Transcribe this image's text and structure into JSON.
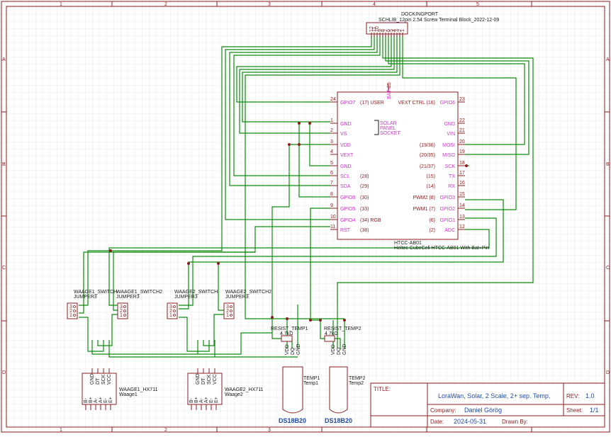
{
  "title_block": {
    "title_label": "TITLE:",
    "title": "LoraWan, Solar, 2 Scale, 2+ sep. Temp,",
    "rev_label": "REV:",
    "rev": "1.0",
    "company_label": "Company:",
    "company": "Daniel Görög",
    "sheet_label": "Sheet:",
    "sheet": "1/1",
    "date_label": "Date:",
    "date": "2024-05-31",
    "drawn_label": "Drawn By:"
  },
  "frame": {
    "columns": [
      "1",
      "2",
      "3",
      "4",
      "5"
    ],
    "rows": [
      "A",
      "B",
      "C",
      "D"
    ]
  },
  "docking_port": {
    "name": "DOCKINGPORT",
    "value": "SCHLIB_12pin 2.54 Screw Terminal Block_2022-12-09",
    "pins": [
      "12",
      "11",
      "10",
      "9",
      "8",
      "7",
      "6",
      "5",
      "4",
      "3",
      "2",
      "1"
    ]
  },
  "mcu": {
    "name": "HTCC-AB01",
    "description": "Heltec CubeCell HTCC-AB01 With Bat+Pin",
    "top_pin": "BAT+",
    "top_pin_num": "25",
    "left_pins": [
      {
        "num": "24",
        "name": "GPIO7",
        "fn": "(17) USER"
      },
      {
        "num": "1",
        "name": "GND",
        "fn": ""
      },
      {
        "num": "2",
        "name": "VS",
        "fn": ""
      },
      {
        "num": "3",
        "name": "VDD",
        "fn": ""
      },
      {
        "num": "4",
        "name": "VEXT",
        "fn": ""
      },
      {
        "num": "5",
        "name": "GND",
        "fn": ""
      },
      {
        "num": "6",
        "name": "SCL",
        "fn": "(28)"
      },
      {
        "num": "7",
        "name": "SDA",
        "fn": "(29)"
      },
      {
        "num": "8",
        "name": "GPIO0",
        "fn": "(30)"
      },
      {
        "num": "9",
        "name": "GPIO5",
        "fn": "(33)"
      },
      {
        "num": "10",
        "name": "GPIO4",
        "fn": "(34) RGB"
      },
      {
        "num": "11",
        "name": "RST",
        "fn": "(38)"
      }
    ],
    "right_pins": [
      {
        "num": "23",
        "name": "GPIO6",
        "fn": "VEXT CTRL (16)"
      },
      {
        "num": "22",
        "name": "GND",
        "fn": ""
      },
      {
        "num": "21",
        "name": "VIN",
        "fn": ""
      },
      {
        "num": "20",
        "name": "MOSI",
        "fn": "(19/36)"
      },
      {
        "num": "19",
        "name": "MISO",
        "fn": "(20/35)"
      },
      {
        "num": "18",
        "name": "SCK",
        "fn": "(21/37)"
      },
      {
        "num": "17",
        "name": "TX",
        "fn": "(15)"
      },
      {
        "num": "16",
        "name": "RX",
        "fn": "(14)"
      },
      {
        "num": "15",
        "name": "GPIO3",
        "fn": "PWM2 (8)"
      },
      {
        "num": "14",
        "name": "GPIO2",
        "fn": "PWM1 (7)"
      },
      {
        "num": "13",
        "name": "GPIO1",
        "fn": "(6)"
      },
      {
        "num": "12",
        "name": "ADC",
        "fn": "(2)"
      }
    ],
    "solar_note": [
      "SOLAR",
      "PANEL",
      "SOCKET"
    ]
  },
  "switches": [
    {
      "name": "WAAGE1_SWITCH",
      "value": "JUMPER3",
      "pins": [
        "3",
        "2",
        "1"
      ]
    },
    {
      "name": "WAAGE1_SWITCH2",
      "value": "JUMPER3",
      "pins": [
        "3",
        "2",
        "1"
      ]
    },
    {
      "name": "WAAGE2_SWITCH",
      "value": "JUMPER3",
      "pins": [
        "3",
        "2",
        "1"
      ]
    },
    {
      "name": "WAAGE2_SWITCH2",
      "value": "JUMPER3",
      "pins": [
        "3",
        "2",
        "1"
      ]
    }
  ],
  "hx711": [
    {
      "name": "WAAGE1_HX711",
      "value": "Waage1",
      "top_pins": [
        "GND",
        "DT",
        "SCK",
        "VCC"
      ],
      "bottom_pins": [
        "B-",
        "B+",
        "A-",
        "A+",
        "E-",
        "E+"
      ]
    },
    {
      "name": "WAAGE2_HX711",
      "value": "Waage2",
      "top_pins": [
        "GND",
        "DT",
        "SCK",
        "VCC"
      ],
      "bottom_pins": [
        "B-",
        "B+",
        "A-",
        "A+",
        "E-",
        "E+"
      ]
    }
  ],
  "resistors": [
    {
      "name": "RESIST_TEMP1",
      "value": "4.7kΩ"
    },
    {
      "name": "RESIST_TEMP2",
      "value": "4.7kΩ"
    }
  ],
  "sensors": [
    {
      "name": "TEMP1",
      "value": "Temp1",
      "part": "DS18B20",
      "pins": [
        "VDD",
        "DQ",
        "GND"
      ]
    },
    {
      "name": "TEMP2",
      "value": "Temp2",
      "part": "DS18B20",
      "pins": [
        "VDD",
        "DQ",
        "GND"
      ]
    }
  ],
  "colors": {
    "frame": "#8a1c1c",
    "wire": "#0e8a0e",
    "pin_function": "#cc33cc",
    "title_text": "#1f4aa8",
    "grid": "#d9d9d9"
  }
}
